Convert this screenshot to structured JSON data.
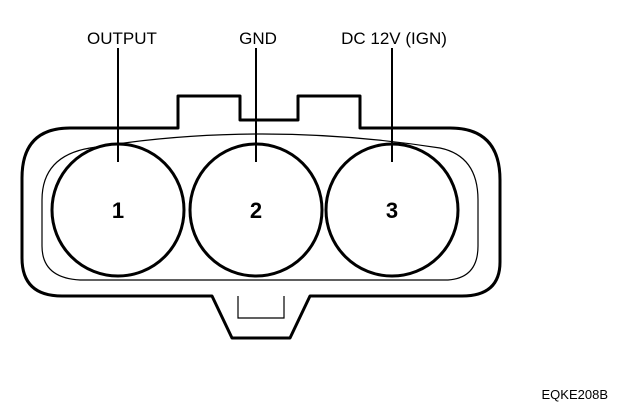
{
  "pins": [
    {
      "number": "1",
      "label": "OUTPUT"
    },
    {
      "number": "2",
      "label": "GND"
    },
    {
      "number": "3",
      "label": "DC 12V (IGN)"
    }
  ],
  "reference_code": "EQKE208B"
}
